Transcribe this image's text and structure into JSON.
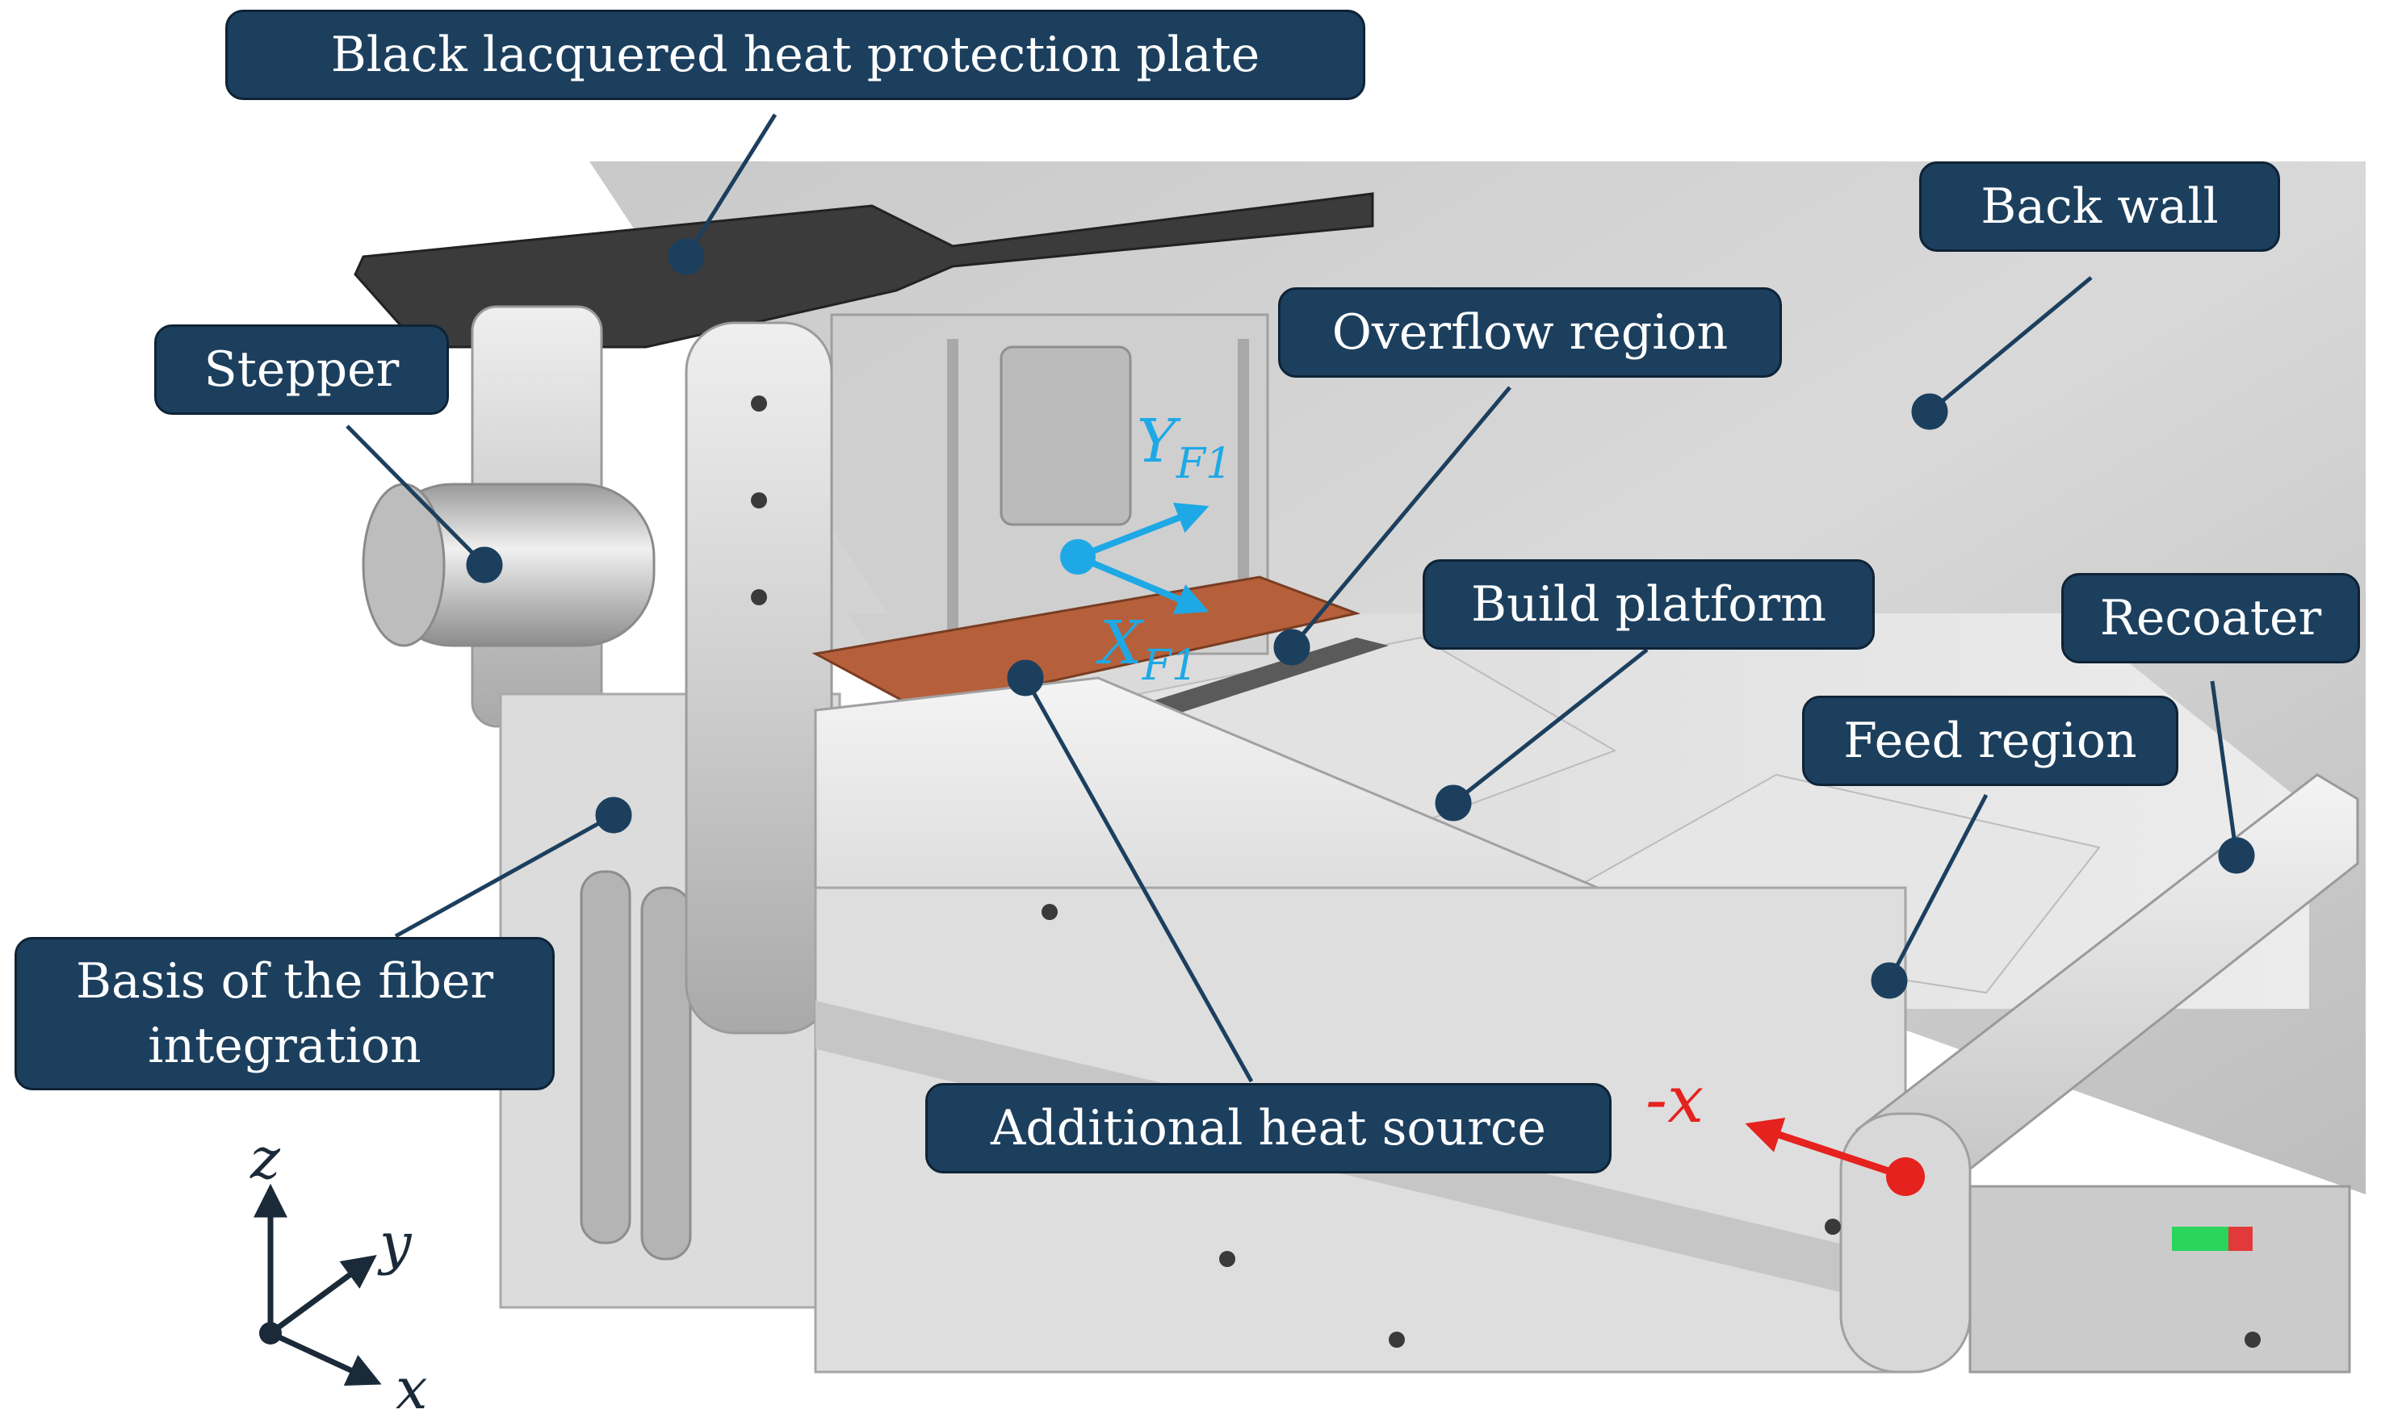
{
  "labels": {
    "heat_plate": "Black lacquered heat protection plate",
    "stepper": "Stepper",
    "overflow": "Overflow region",
    "back_wall": "Back wall",
    "build_platform": "Build platform",
    "recoater": "Recoater",
    "feed_region": "Feed region",
    "fiber_basis_line1": "Basis of the fiber",
    "fiber_basis_line2": "integration",
    "heat_source": "Additional heat source"
  },
  "frame_axes": {
    "y_main": "Y",
    "y_sub": "F1",
    "x_main": "X",
    "x_sub": "F1"
  },
  "direction": {
    "neg_x": "-x"
  },
  "global_axes": {
    "z": "z",
    "y": "y",
    "x": "x"
  },
  "colors": {
    "label_bg": "#1c3f5e",
    "frame_axis": "#1ea9e6",
    "direction_arrow": "#e5221d",
    "leader": "#1c3f5e"
  }
}
